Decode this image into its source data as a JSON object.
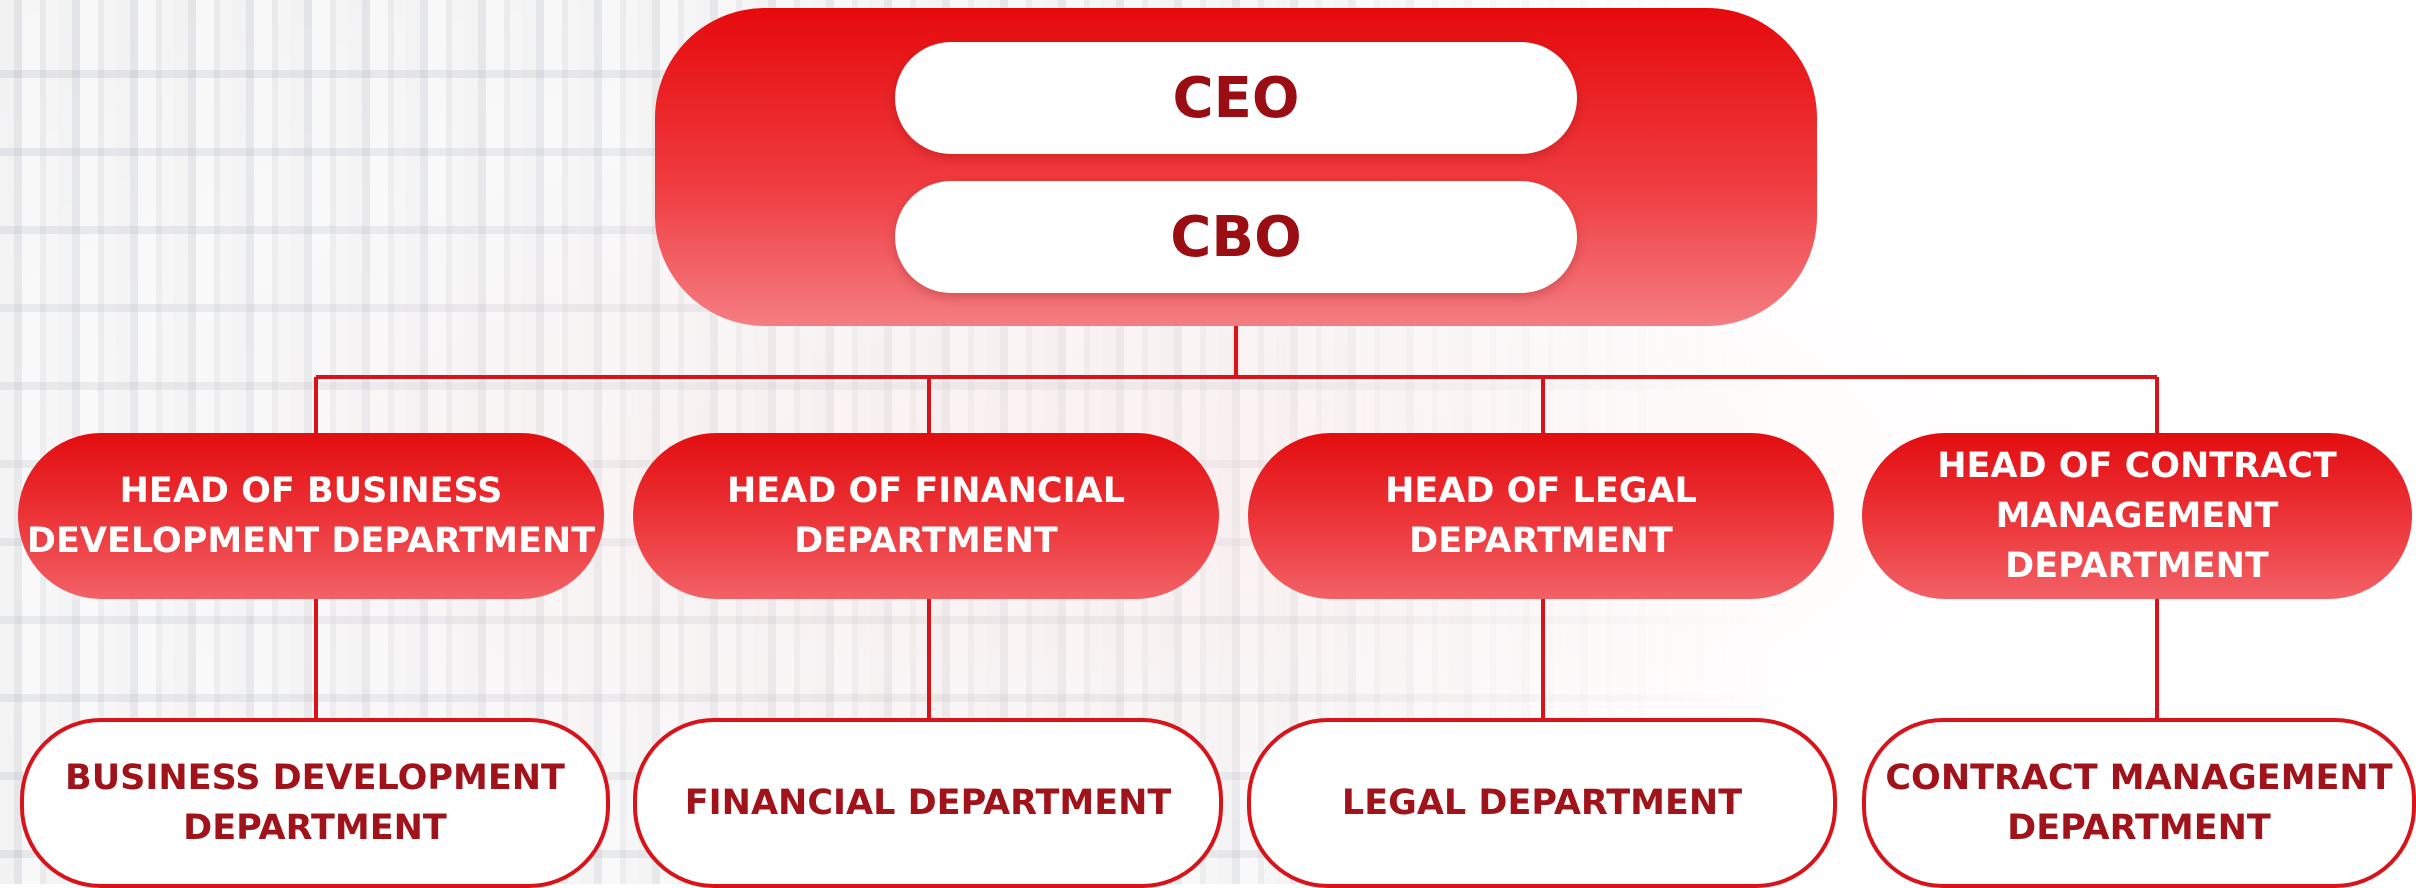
{
  "executives": {
    "ceo": "CEO",
    "cbo": "CBO"
  },
  "heads": [
    {
      "line1": "HEAD OF BUSINESS",
      "line2": "DEVELOPMENT DEPARTMENT"
    },
    {
      "line1": "HEAD OF FINANCIAL",
      "line2": "DEPARTMENT"
    },
    {
      "line1": "HEAD OF LEGAL",
      "line2": "DEPARTMENT"
    },
    {
      "line1": "HEAD OF CONTRACT",
      "line2": "MANAGEMENT",
      "line3": "DEPARTMENT"
    }
  ],
  "departments": [
    {
      "line1": "BUSINESS DEVELOPMENT",
      "line2": "DEPARTMENT"
    },
    {
      "line1": "FINANCIAL DEPARTMENT"
    },
    {
      "line1": "LEGAL DEPARTMENT"
    },
    {
      "line1": "CONTRACT MANAGEMENT",
      "line2": "DEPARTMENT"
    }
  ],
  "colors": {
    "primary_red": "#e50a0c",
    "dark_red_text": "#9a0d12",
    "connector": "#d8141a"
  }
}
